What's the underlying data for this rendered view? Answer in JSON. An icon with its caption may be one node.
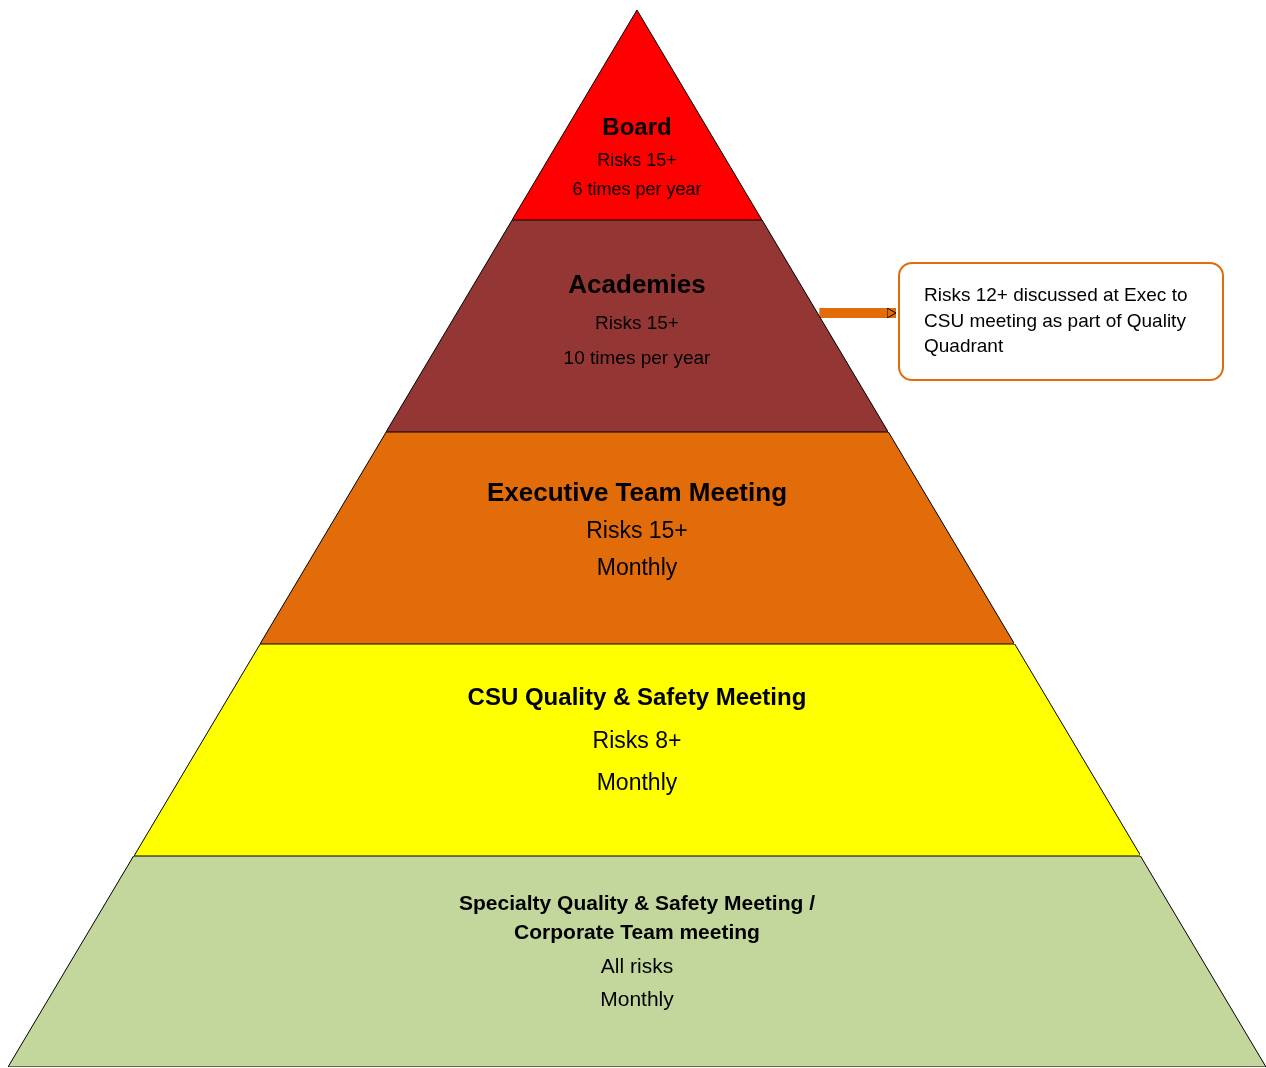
{
  "diagram": {
    "nodes": [
      {
        "text": [
          "Board",
          "Risks 15+",
          "6 times per year"
        ]
      },
      {
        "text": [
          "Academies",
          "Risks 15+",
          "10 times per year"
        ]
      },
      {
        "text": [
          "Executive Team Meeting",
          "Risks 15+",
          "Monthly"
        ]
      },
      {
        "text": [
          "CSU Quality & Safety Meeting",
          "Risks 8+",
          "Monthly"
        ]
      },
      {
        "text": [
          "Specialty Quality & Safety Meeting / Corporate Team meeting",
          "All risks",
          "Monthly"
        ]
      },
      {
        "text": [
          "Risks 12+ discussed at Exec to CSU meeting as part of Quality Quadrant"
        ]
      }
    ],
    "edges": [
      {
        "from": 1,
        "to": 5,
        "arrow": "to"
      }
    ]
  }
}
